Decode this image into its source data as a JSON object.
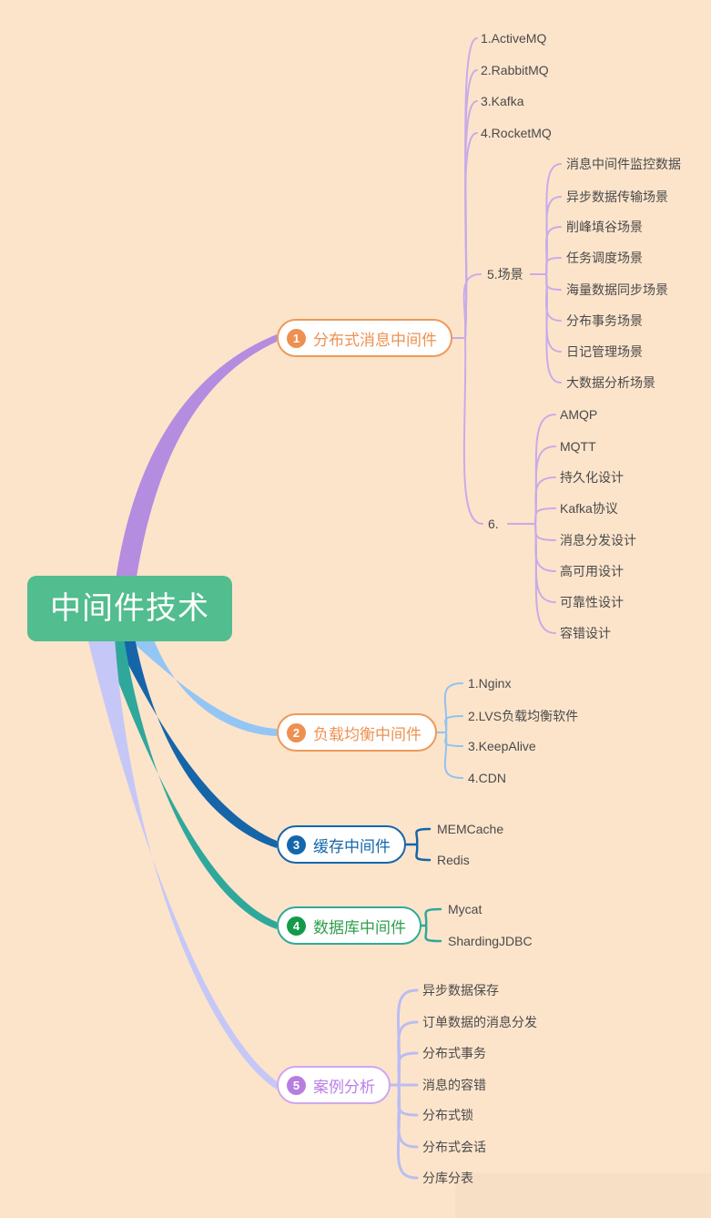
{
  "root": {
    "label": "中间件技术"
  },
  "branches": [
    {
      "badge": "1",
      "label": "分布式消息中间件",
      "children": [
        {
          "label": "1.ActiveMQ"
        },
        {
          "label": "2.RabbitMQ"
        },
        {
          "label": "3.Kafka"
        },
        {
          "label": "4.RocketMQ"
        },
        {
          "label": "5.场景",
          "children": [
            {
              "label": "消息中间件监控数据"
            },
            {
              "label": "异步数据传输场景"
            },
            {
              "label": "削峰填谷场景"
            },
            {
              "label": "任务调度场景"
            },
            {
              "label": "海量数据同步场景"
            },
            {
              "label": "分布事务场景"
            },
            {
              "label": "日记管理场景"
            },
            {
              "label": "大数据分析场景"
            }
          ]
        },
        {
          "label": "6.",
          "children": [
            {
              "label": "AMQP"
            },
            {
              "label": "MQTT"
            },
            {
              "label": "持久化设计"
            },
            {
              "label": "Kafka协议"
            },
            {
              "label": "消息分发设计"
            },
            {
              "label": "高可用设计"
            },
            {
              "label": "可靠性设计"
            },
            {
              "label": "容错设计"
            }
          ]
        }
      ]
    },
    {
      "badge": "2",
      "label": "负载均衡中间件",
      "children": [
        {
          "label": "1.Nginx"
        },
        {
          "label": "2.LVS负载均衡软件"
        },
        {
          "label": "3.KeepAlive"
        },
        {
          "label": "4.CDN"
        }
      ]
    },
    {
      "badge": "3",
      "label": "缓存中间件",
      "children": [
        {
          "label": "MEMCache"
        },
        {
          "label": "Redis"
        }
      ]
    },
    {
      "badge": "4",
      "label": "数据库中间件",
      "children": [
        {
          "label": "Mycat"
        },
        {
          "label": "ShardingJDBC"
        }
      ]
    },
    {
      "badge": "5",
      "label": "案例分析",
      "children": [
        {
          "label": "异步数据保存"
        },
        {
          "label": "订单数据的消息分发"
        },
        {
          "label": "分布式事务"
        },
        {
          "label": "消息的容错"
        },
        {
          "label": "分布式锁"
        },
        {
          "label": "分布式会话"
        },
        {
          "label": "分库分表"
        }
      ]
    }
  ],
  "palette": {
    "background": "#fce4cb",
    "root_green": "#52bd8e",
    "orange": "#ed9050",
    "blue": "#1467ab",
    "teal": "#2fab97",
    "green": "#149a4b",
    "purple": "#b77ee0",
    "branch1_lines": "#c9abe8",
    "branch2_lines": "#8fc3f2",
    "branch3_lines": "#1565a8",
    "branch4_lines": "#2fa89b",
    "branch5_lines": "#babdf2",
    "curve_branch1": "#b48ce0",
    "curve_branch5": "#c5c7f7"
  }
}
